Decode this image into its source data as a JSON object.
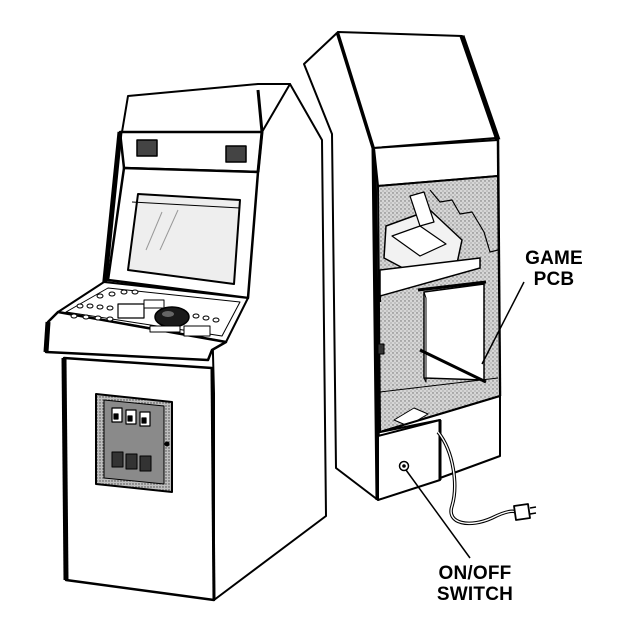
{
  "labels": {
    "game_pcb": {
      "line1": "GAME",
      "line2": "PCB"
    },
    "on_off_switch": {
      "line1": "ON/OFF",
      "line2": "SWITCH"
    }
  },
  "colors": {
    "ink": "#000000",
    "paper": "#ffffff",
    "stipple": "#9a9a9a",
    "dark_panel": "#5a5a5a",
    "screen": "#e9e9e9"
  }
}
